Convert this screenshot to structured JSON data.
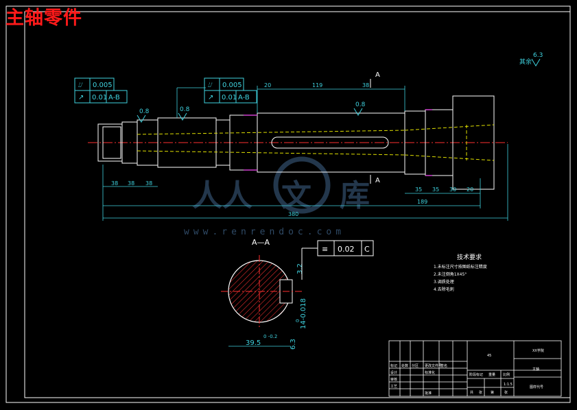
{
  "title": "主轴零件",
  "colors": {
    "background": "#000000",
    "frame": "#ffffff",
    "outline": "#ffffff",
    "dimension": "#3fd3e0",
    "center_line": "#ff3030",
    "hidden_line": "#e0e000",
    "magenta": "#d040d0",
    "title_text": "#ff1a1a",
    "watermark": "#2f4a66"
  },
  "roughness_general": {
    "label": "其余",
    "value": "6.3"
  },
  "tolerance_frames": [
    {
      "runout": "0.005",
      "total_runout": "0.01",
      "datum": "A-B"
    },
    {
      "runout": "0.005",
      "total_runout": "0.01",
      "datum": "A-B"
    }
  ],
  "roughness_marks": [
    "0.8",
    "0.8",
    "0.8"
  ],
  "section_marker": "A",
  "section_title": "A—A",
  "section_symmetry": {
    "value": "0.02",
    "datum": "C"
  },
  "section_dims": {
    "width": "39.5",
    "width_tol": "0  -0.2",
    "keyway": "14-0.018",
    "keyway_tol": "0",
    "roughness_top": "3.2",
    "roughness_bottom": "6.3"
  },
  "main_dims": {
    "top": [
      "20",
      "119",
      "38"
    ],
    "bottom_left": [
      "38",
      "38",
      "38"
    ],
    "bottom_right": [
      "35",
      "35",
      "30",
      "20"
    ],
    "overall_189": "189",
    "overall_380": "380"
  },
  "tech_req": {
    "title": "技术要求",
    "items": [
      "1.未标注尺寸按图纸标注精度",
      "2.未注倒角1X45°",
      "3.调质处理",
      "4.去除毛刺"
    ]
  },
  "title_block": {
    "material": "45",
    "scale": "1:1.5",
    "part_name": "主轴",
    "school": "XX学院",
    "drawing_no": "图样代号",
    "row_labels": [
      "标记",
      "处数",
      "分区",
      "更改文件号",
      "签名"
    ],
    "row_labels2": [
      "设计",
      "标准化"
    ],
    "row_labels3": [
      "审核",
      "工艺",
      "批准"
    ],
    "stage_labels": [
      "阶段标记",
      "重量",
      "比例"
    ],
    "sheet_labels": [
      "共",
      "张",
      "第",
      "张"
    ]
  },
  "watermark": {
    "text": "人人文库",
    "site": "www.renrendoc.com"
  }
}
